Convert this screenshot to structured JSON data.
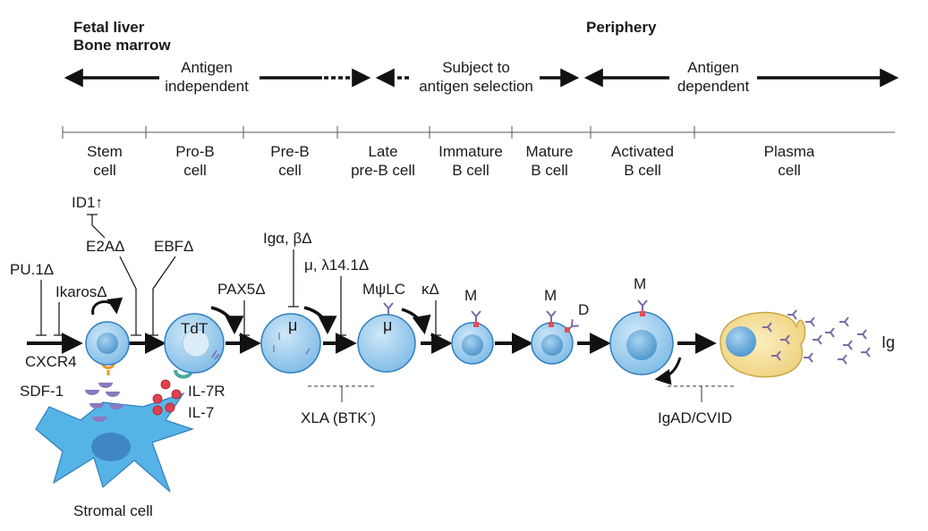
{
  "regions": {
    "left_line1": "Fetal liver",
    "left_line2": "Bone marrow",
    "right": "Periphery"
  },
  "phases": {
    "antigen_independent": [
      "Antigen",
      "independent"
    ],
    "antigen_selection": [
      "Subject to",
      "antigen selection"
    ],
    "antigen_dependent": [
      "Antigen",
      "dependent"
    ]
  },
  "stages": [
    [
      "Stem",
      "cell"
    ],
    [
      "Pro-B",
      "cell"
    ],
    [
      "Pre-B",
      "cell"
    ],
    [
      "Late",
      "pre-B cell"
    ],
    [
      "Immature",
      "B cell"
    ],
    [
      "Mature",
      "B cell"
    ],
    [
      "Activated",
      "B cell"
    ],
    [
      "Plasma",
      "cell"
    ]
  ],
  "factors": {
    "id1": "ID1↑",
    "e2a": "E2AΔ",
    "ebf": "EBFΔ",
    "pu1": "PU.1Δ",
    "ikaros": "IkarosΔ",
    "pax5": "PAX5Δ",
    "ig_alpha_beta": "Igα, βΔ",
    "mu_lambda": "μ, λ14.1Δ",
    "mpsilc": "MψLC",
    "kappa": "κΔ"
  },
  "labels": {
    "tdt": "TdT",
    "mu": "μ",
    "m": "M",
    "d": "D",
    "ig": "Ig",
    "cxcr4": "CXCR4",
    "sdf1": "SDF-1",
    "il7r": "IL-7R",
    "il7": "IL-7",
    "stromal": "Stromal cell",
    "xla": "XLA (BTK",
    "xla_sup": "-",
    "xla_close": ")",
    "igad": "IgAD/CVID"
  },
  "colors": {
    "cell_fill": "#8ec5ea",
    "cell_stroke": "#2f7fbf",
    "nucleus": "#5aa3d8",
    "plasma_fill": "#f4dc93",
    "plasma_stroke": "#c9a74a",
    "stromal_fill": "#56b3e6",
    "receptor": "#7a6aa8",
    "il7_dot": "#e0414f",
    "il7r": "#4aa6a0",
    "cxcr4": "#e6962a"
  }
}
